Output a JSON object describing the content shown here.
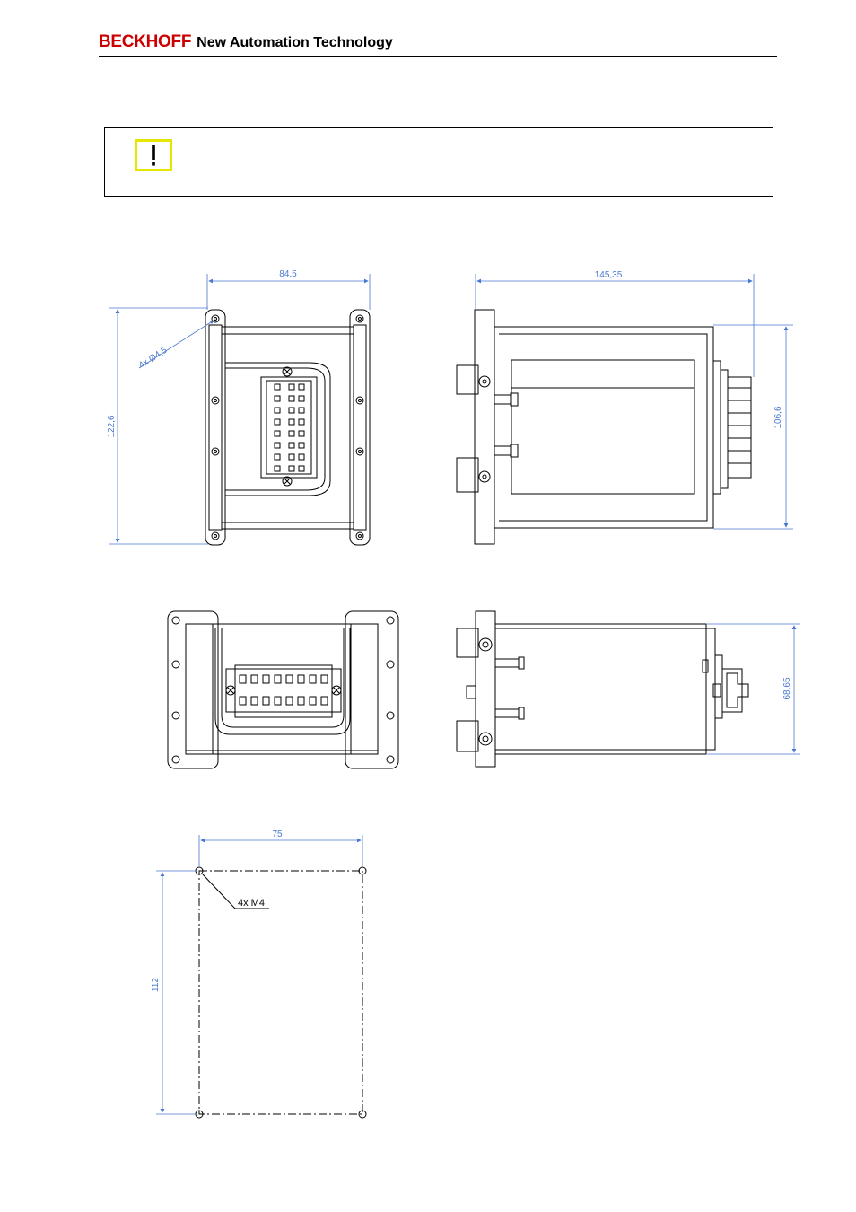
{
  "header": {
    "brand": "BECKHOFF",
    "tagline": "New Automation Technology"
  },
  "notice": {
    "icon": "exclamation-warning-icon",
    "text": ""
  },
  "drawings": {
    "front_view": {
      "width_dim": "84,5",
      "height_dim": "122,6",
      "hole_note": "4x Ø4,5"
    },
    "side_view": {
      "length_dim": "145,35",
      "height_dim": "106,6"
    },
    "bottom_view": {},
    "top_view": {
      "depth_dim": "68,65"
    },
    "mounting_pattern": {
      "width_dim": "75",
      "height_dim": "112",
      "thread_note": "4x M4"
    }
  },
  "colors": {
    "dimension": "#4a78d0",
    "brand": "#cc0000",
    "warning_border": "#e6e600"
  }
}
